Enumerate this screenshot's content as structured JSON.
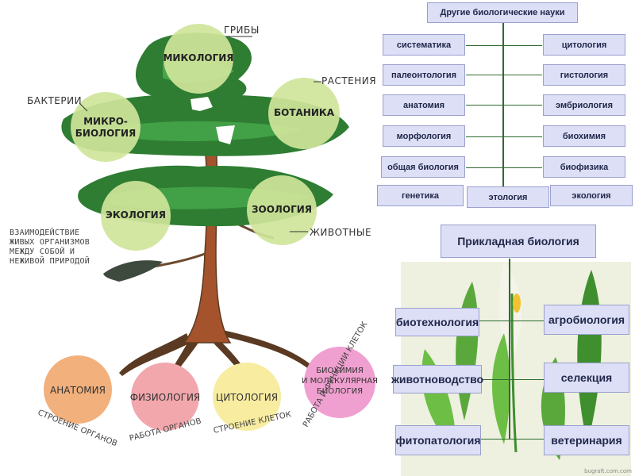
{
  "tree": {
    "crown_labels": {
      "fungi": "ГРИБЫ",
      "plants": "РАСТЕНИЯ",
      "bacteria": "БАКТЕРИИ",
      "animals": "ЖИВОТНЫЕ"
    },
    "crown_nodes": {
      "mycology": "МИКОЛОГИЯ",
      "botany": "БОТАНИКА",
      "microbiology_line1": "МИКРО-",
      "microbiology_line2": "БИОЛОГИЯ",
      "ecology": "ЭКОЛОГИЯ",
      "zoology": "ЗООЛОГИЯ"
    },
    "ecology_description": [
      "ВЗАИМОДЕЙСТВИЕ",
      "ЖИВЫХ ОРГАНИЗМОВ",
      "МЕЖДУ СОБОЙ И",
      "НЕЖИВОЙ ПРИРОДОЙ"
    ],
    "roots": {
      "anatomy": "АНАТОМИЯ",
      "physiology": "ФИЗИОЛОГИЯ",
      "cytology": "ЦИТОЛОГИЯ",
      "biochem_line1": "БИОХИМИЯ",
      "biochem_line2": "И МОЛЕКУЛЯРНАЯ",
      "biochem_line3": "БИОЛОГИЯ"
    },
    "root_captions": {
      "anatomy": "СТРОЕНИЕ ОРГАНОВ",
      "physiology": "РАБОТА ОРГАНОВ",
      "cytology": "СТРОЕНИЕ КЛЕТОК",
      "biochem": "РАБОТА И ФУНКЦИИ КЛЕТОК"
    },
    "colors": {
      "crown_dark": "#2e7d32",
      "crown_light": "#4caf50",
      "trunk": "#a0522d",
      "node_fill": "#cfe59a",
      "root_orange": "#f2b07c",
      "root_pink": "#f2a7ad",
      "root_yellow": "#f7eca0",
      "root_magenta": "#f0a0d0"
    }
  },
  "other_sciences": {
    "title": "Другие биологические науки",
    "left": [
      "систематика",
      "палеонтология",
      "анатомия",
      "морфология",
      "общая биология",
      "генетика"
    ],
    "right": [
      "цитология",
      "гистология",
      "эмбриология",
      "биохимия",
      "биофизика",
      "экология"
    ],
    "center_bottom": "этология"
  },
  "applied": {
    "title": "Прикладная биология",
    "left": [
      "биотехнология",
      "животноводство",
      "фитопатология"
    ],
    "right": [
      "агробиология",
      "селекция",
      "ветеринария"
    ]
  },
  "footer": "bugraft.com.com"
}
